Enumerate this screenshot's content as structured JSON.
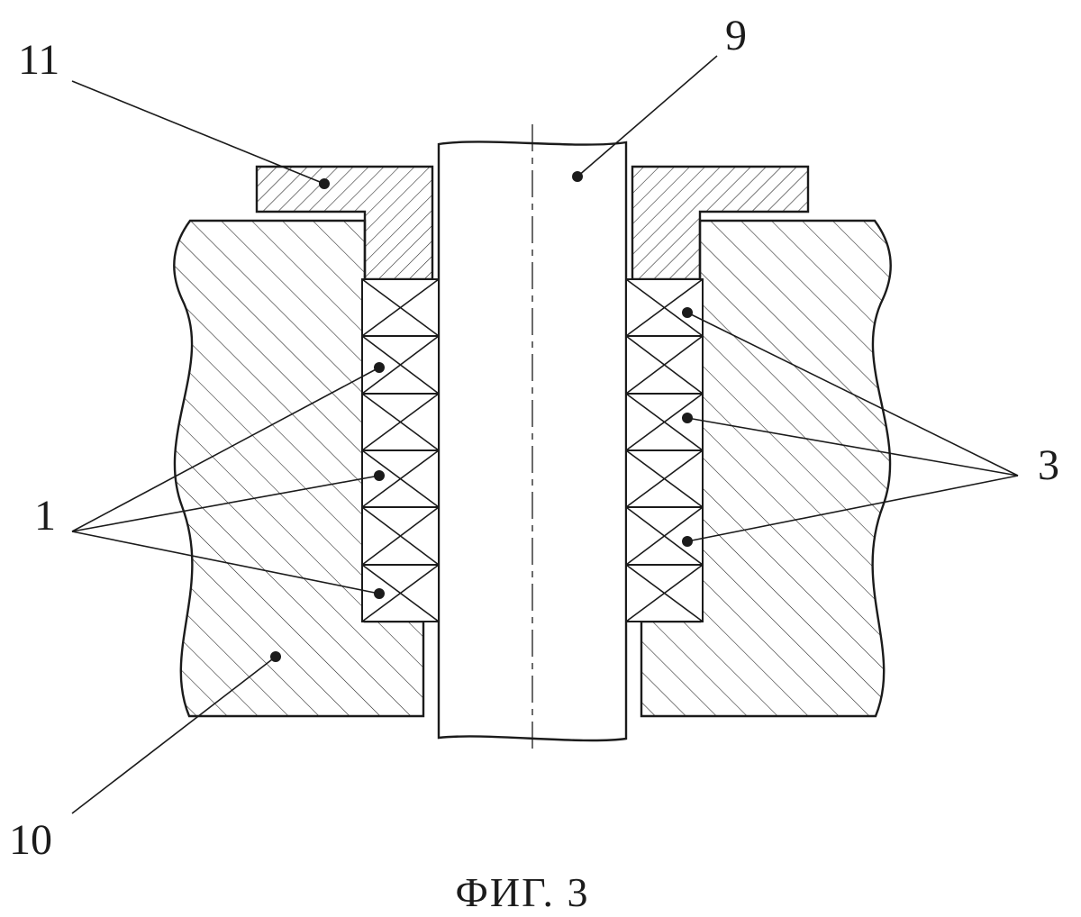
{
  "figure": {
    "caption": "ФИГ. 3",
    "labels": {
      "ref11": "11",
      "ref9": "9",
      "ref1": "1",
      "ref3": "3",
      "ref10": "10"
    },
    "callouts": {
      "ref11_points_to": "gland-flange-left",
      "ref9_points_to": "shaft",
      "ref1_points_to": "packing-rings-left",
      "ref3_points_to": "packing-rings-right",
      "ref10_points_to": "housing-body"
    }
  },
  "style": {
    "ink": "#1b1b1b",
    "paper": "#ffffff"
  }
}
